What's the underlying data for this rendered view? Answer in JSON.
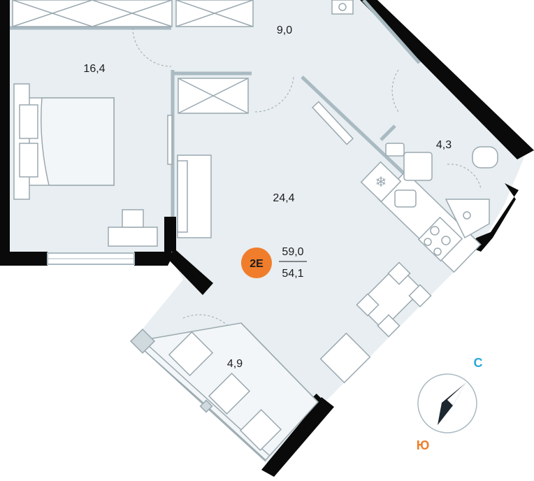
{
  "rooms": {
    "kitchen_living": "24,4",
    "bedroom": "16,4",
    "hallway": "9,0",
    "bathroom": "4,3",
    "balcony": "4,9"
  },
  "apartment": {
    "badge": "2Е",
    "total_area": "59,0",
    "living_area": "54,1"
  },
  "compass": {
    "north": "С",
    "south": "Ю"
  },
  "colors": {
    "floor": "#e8eef1",
    "wall": "#0a0a0a",
    "partition": "#a9bac2",
    "furniture_stroke": "#9aa9b0",
    "badge": "#f07d2b",
    "north": "#2aa8d8",
    "south": "#f07d2b",
    "compass_needle": "#1c2730"
  }
}
